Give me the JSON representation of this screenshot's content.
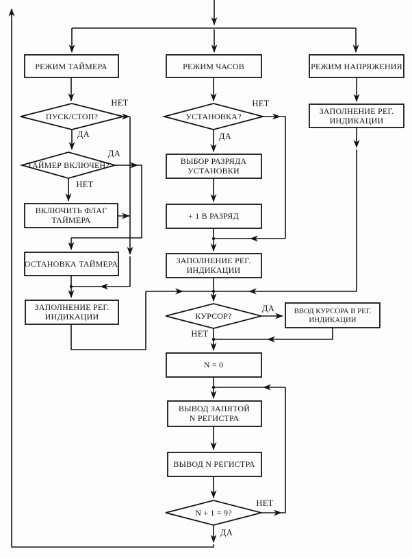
{
  "diagram": {
    "type": "flowchart",
    "colors": {
      "ink": "#141414",
      "paper": "#fdfdfc"
    }
  },
  "nodes": {
    "timer_mode": "РЕЖИМ ТАЙМЕРА",
    "clock_mode": "РЕЖИМ ЧАСОВ",
    "voltage_mode": "РЕЖИМ НАПРЯЖЕНИЯ",
    "start_stop": "ПУСК/СТОП?",
    "timer_on": "ТАЙМЕР ВКЛЮЧЕН?",
    "set_flag_line1": "ВКЛЮЧИТЬ ФЛАГ",
    "set_flag_line2": "ТАЙМЕРА",
    "stop_timer": "ОСТАНОВКА ТАЙМЕРА",
    "fill_reg_line1": "ЗАПОЛНЕНИЕ РЕГ.",
    "fill_reg_line2": "ИНДИКАЦИИ",
    "setup": "УСТАНОВКА?",
    "select_digit_line1": "ВЫБОР РАЗРЯДА",
    "select_digit_line2": "УСТАНОВКИ",
    "plus_one_digit": "+ 1 В РАЗРЯД",
    "cursor": "КУРСОР?",
    "cursor_input_line1": "ВВОД КУРСОРА В РЕГ.",
    "cursor_input_line2": "ИНДИКАЦИИ",
    "n_zero": "N = 0",
    "output_comma_line1": "ВЫВОД ЗАПЯТОЙ",
    "output_comma_line2": "N РЕГИСТРА",
    "output_register": "ВЫВОД N РЕГИСТРА",
    "n_plus_one": "N + 1 = 9?"
  },
  "edge_labels": {
    "yes": "ДА",
    "no": "НЕТ"
  }
}
